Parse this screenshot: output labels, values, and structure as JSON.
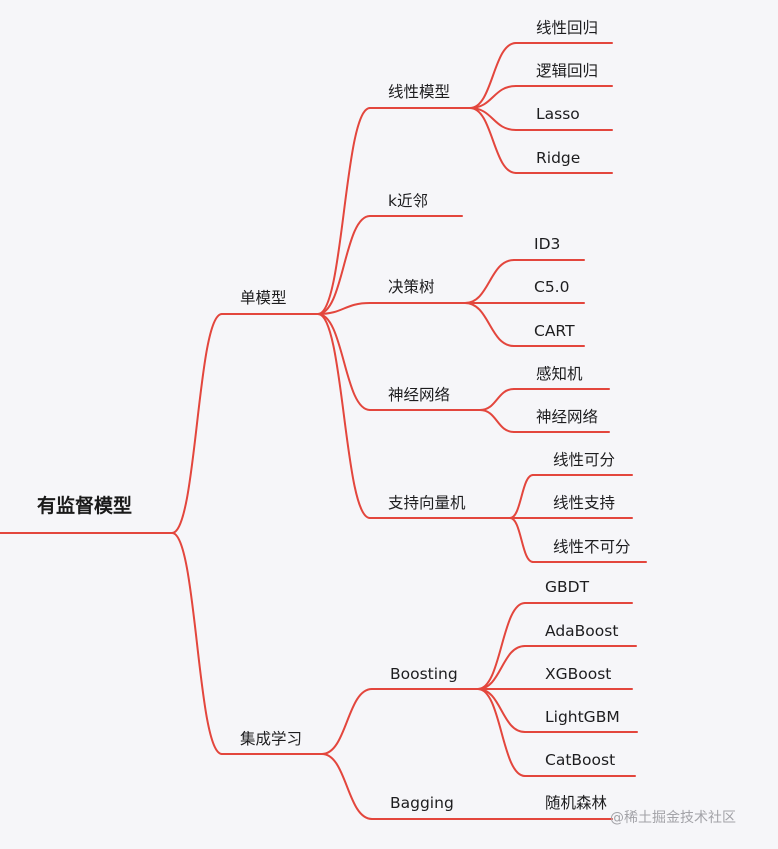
{
  "root": "有监督模型",
  "branches": [
    {
      "label": "单模型",
      "children": [
        {
          "label": "线性模型",
          "children": [
            "线性回归",
            "逻辑回归",
            "Lasso",
            "Ridge"
          ]
        },
        {
          "label": "k近邻",
          "children": []
        },
        {
          "label": "决策树",
          "children": [
            "ID3",
            "C5.0",
            "CART"
          ]
        },
        {
          "label": "神经网络",
          "children": [
            "感知机",
            "神经网络"
          ]
        },
        {
          "label": "支持向量机",
          "children": [
            "线性可分",
            "线性支持",
            "线性不可分"
          ]
        }
      ]
    },
    {
      "label": "集成学习",
      "children": [
        {
          "label": "Boosting",
          "children": [
            "GBDT",
            "AdaBoost",
            "XGBoost",
            "LightGBM",
            "CatBoost"
          ]
        },
        {
          "label": "Bagging",
          "children": [
            "随机森林"
          ]
        }
      ]
    }
  ],
  "watermark": "@稀土掘金技术社区",
  "colors": {
    "edge": "#e3463d",
    "background": "#f6f6f9",
    "text": "#1d1d1f"
  }
}
